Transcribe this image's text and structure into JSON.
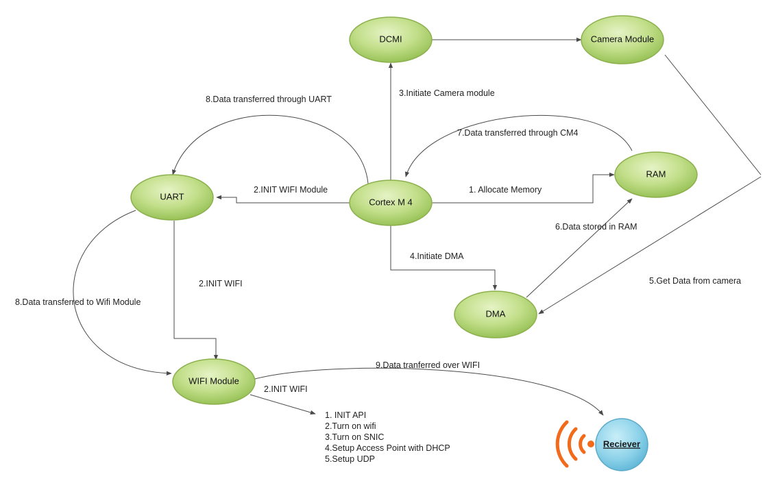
{
  "nodes": {
    "dcmi": "DCMI",
    "camera": "Camera Module",
    "uart": "UART",
    "cortex": "Cortex M 4",
    "ram": "RAM",
    "dma": "DMA",
    "wifi": "WIFI Module",
    "receiver": "Reciever"
  },
  "edges": {
    "uart_transfer": "8.Data transferred through UART",
    "init_camera": "3.Initiate Camera module",
    "cm4_transfer": "7.Data transferred through CM4",
    "init_wifi_module": "2.INIT WIFI Module",
    "allocate_memory": "1.  Allocate Memory",
    "stored_ram": "6.Data stored in RAM",
    "init_dma": "4.Initiate DMA",
    "init_wifi": "2.INIT WIFI",
    "get_data": "5.Get Data from camera",
    "to_wifi_module": "8.Data transferred to Wifi Module",
    "over_wifi": "9.Data tranferred over WIFI",
    "init_wifi_2": "2.INIT WIFI"
  },
  "steps": [
    "1. INIT API",
    "2.Turn on wifi",
    "3.Turn on SNIC",
    "4.Setup Access Point with DHCP",
    "5.Setup UDP"
  ],
  "colors": {
    "node_fill_center": "#d9ecb0",
    "node_fill_edge": "#9fc95a",
    "node_stroke": "#7fa63e",
    "receiver_fill": "#8fd3ea",
    "receiver_stroke": "#5aa9c8",
    "wifi_signal": "#f26a1b",
    "edge": "#4a4a4a"
  }
}
